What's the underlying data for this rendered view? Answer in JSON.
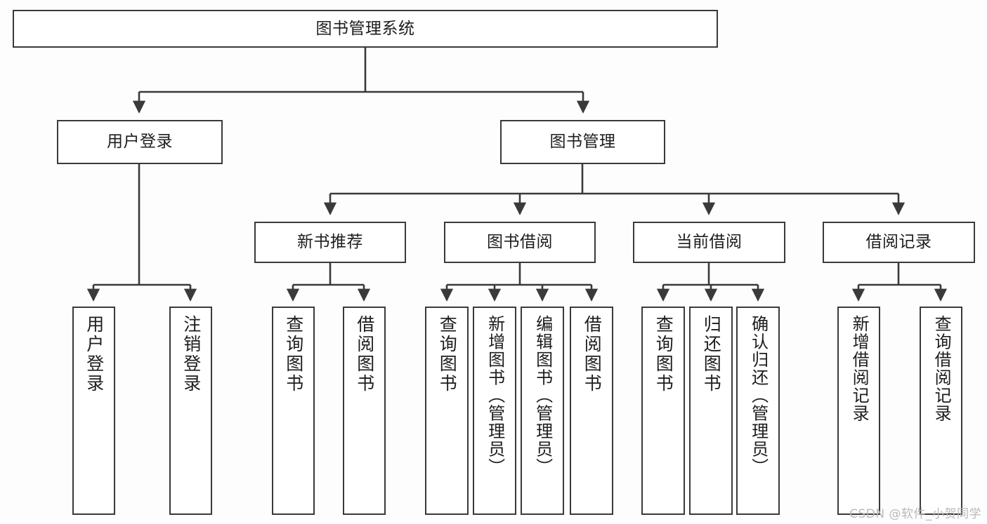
{
  "diagram": {
    "title": "图书管理系统",
    "type": "tree-hierarchy-chart",
    "watermark": "CSDN @软件_小贺同学",
    "colors": {
      "background": "#fdfdfd",
      "node_fill": "#ffffff",
      "node_border": "#3a3a3a",
      "edge": "#3a3a3a",
      "text": "#1d1d1d",
      "watermark": "#b9b9b9"
    },
    "root": {
      "label": "图书管理系统",
      "orientation": "horizontal"
    },
    "level2": [
      {
        "id": "user-login",
        "label": "用户登录",
        "orientation": "horizontal"
      },
      {
        "id": "book-management",
        "label": "图书管理",
        "orientation": "horizontal"
      }
    ],
    "level3": [
      {
        "id": "new-book-recommend",
        "label": "新书推荐",
        "orientation": "horizontal",
        "parent": "book-management"
      },
      {
        "id": "book-borrow",
        "label": "图书借阅",
        "orientation": "horizontal",
        "parent": "book-management"
      },
      {
        "id": "current-borrow",
        "label": "当前借阅",
        "orientation": "horizontal",
        "parent": "book-management"
      },
      {
        "id": "borrow-record",
        "label": "借阅记录",
        "orientation": "horizontal",
        "parent": "book-management"
      }
    ],
    "leaves": [
      {
        "id": "leaf-user-login",
        "label": "用户登录",
        "parent": "user-login",
        "orientation": "vertical",
        "long": false
      },
      {
        "id": "leaf-user-logout",
        "label": "注销登录",
        "parent": "user-login",
        "orientation": "vertical",
        "long": false
      },
      {
        "id": "leaf-query-book-1",
        "label": "查询图书",
        "parent": "new-book-recommend",
        "orientation": "vertical",
        "long": false
      },
      {
        "id": "leaf-borrow-book-1",
        "label": "借阅图书",
        "parent": "new-book-recommend",
        "orientation": "vertical",
        "long": false
      },
      {
        "id": "leaf-query-book-2",
        "label": "查询图书",
        "parent": "book-borrow",
        "orientation": "vertical",
        "long": false
      },
      {
        "id": "leaf-add-book",
        "label": "新增图书（管理员）",
        "parent": "book-borrow",
        "orientation": "vertical",
        "long": true
      },
      {
        "id": "leaf-edit-book",
        "label": "编辑图书（管理员）",
        "parent": "book-borrow",
        "orientation": "vertical",
        "long": true
      },
      {
        "id": "leaf-borrow-book-2",
        "label": "借阅图书",
        "parent": "book-borrow",
        "orientation": "vertical",
        "long": false
      },
      {
        "id": "leaf-query-book-3",
        "label": "查询图书",
        "parent": "current-borrow",
        "orientation": "vertical",
        "long": false
      },
      {
        "id": "leaf-return-book",
        "label": "归还图书",
        "parent": "current-borrow",
        "orientation": "vertical",
        "long": false
      },
      {
        "id": "leaf-confirm-return",
        "label": "确认归还（管理员）",
        "parent": "current-borrow",
        "orientation": "vertical",
        "long": true
      },
      {
        "id": "leaf-add-record",
        "label": "新增借阅记录",
        "parent": "borrow-record",
        "orientation": "vertical",
        "long": false
      },
      {
        "id": "leaf-query-record",
        "label": "查询借阅记录",
        "parent": "borrow-record",
        "orientation": "vertical",
        "long": false
      }
    ]
  }
}
